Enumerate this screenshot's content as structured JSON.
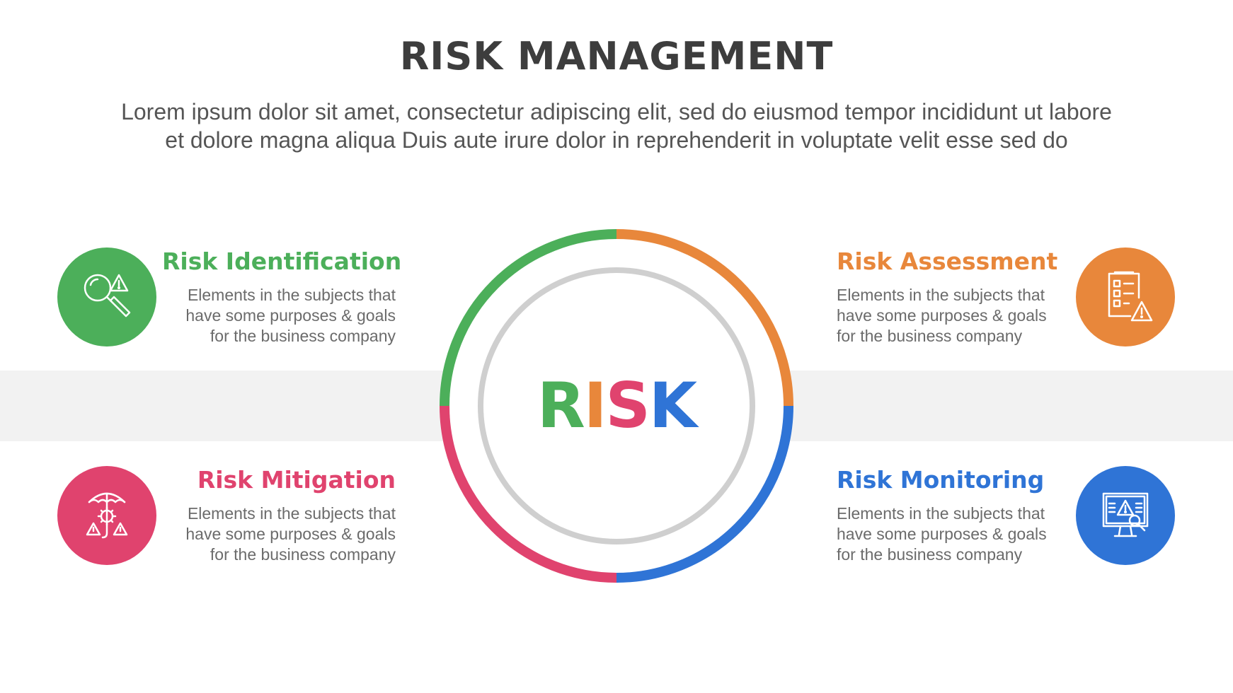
{
  "title": "RISK MANAGEMENT",
  "subtitle": {
    "line1": "Lorem ipsum dolor sit amet, consectetur adipiscing elit, sed do eiusmod tempor incididunt ut labore",
    "line2": "et dolore magna aliqua Duis aute irure dolor in reprehenderit in voluptate velit esse sed do"
  },
  "center": {
    "letters": [
      {
        "char": "R",
        "color": "#4caf5a"
      },
      {
        "char": "I",
        "color": "#e8873b"
      },
      {
        "char": "S",
        "color": "#e0436e"
      },
      {
        "char": "K",
        "color": "#2f74d6"
      }
    ]
  },
  "colors": {
    "green": "#4caf5a",
    "orange": "#e8873b",
    "pink": "#e0436e",
    "blue": "#2f74d6",
    "inner_ring": "#cfcfcf",
    "band": "#f2f2f2"
  },
  "items": {
    "identification": {
      "title": "Risk Identification",
      "desc1": "Elements in the subjects that",
      "desc2": "have  some purposes & goals",
      "desc3": "for the  business company",
      "icon": "magnifier-warning-icon",
      "color": "#4caf5a"
    },
    "assessment": {
      "title": "Risk Assessment",
      "desc1": "Elements in the subjects that",
      "desc2": "have  some purposes & goals",
      "desc3": "for the  business company",
      "icon": "checklist-warning-icon",
      "color": "#e8873b"
    },
    "mitigation": {
      "title": "Risk Mitigation",
      "desc1": "Elements in the subjects that",
      "desc2": "have  some purposes & goals",
      "desc3": "for the  business company",
      "icon": "umbrella-gear-warning-icon",
      "color": "#e0436e"
    },
    "monitoring": {
      "title": "Risk Monitoring",
      "desc1": "Elements in the subjects that",
      "desc2": "have  some purposes & goals",
      "desc3": "for the  business company",
      "icon": "monitor-warning-icon",
      "color": "#2f74d6"
    }
  }
}
